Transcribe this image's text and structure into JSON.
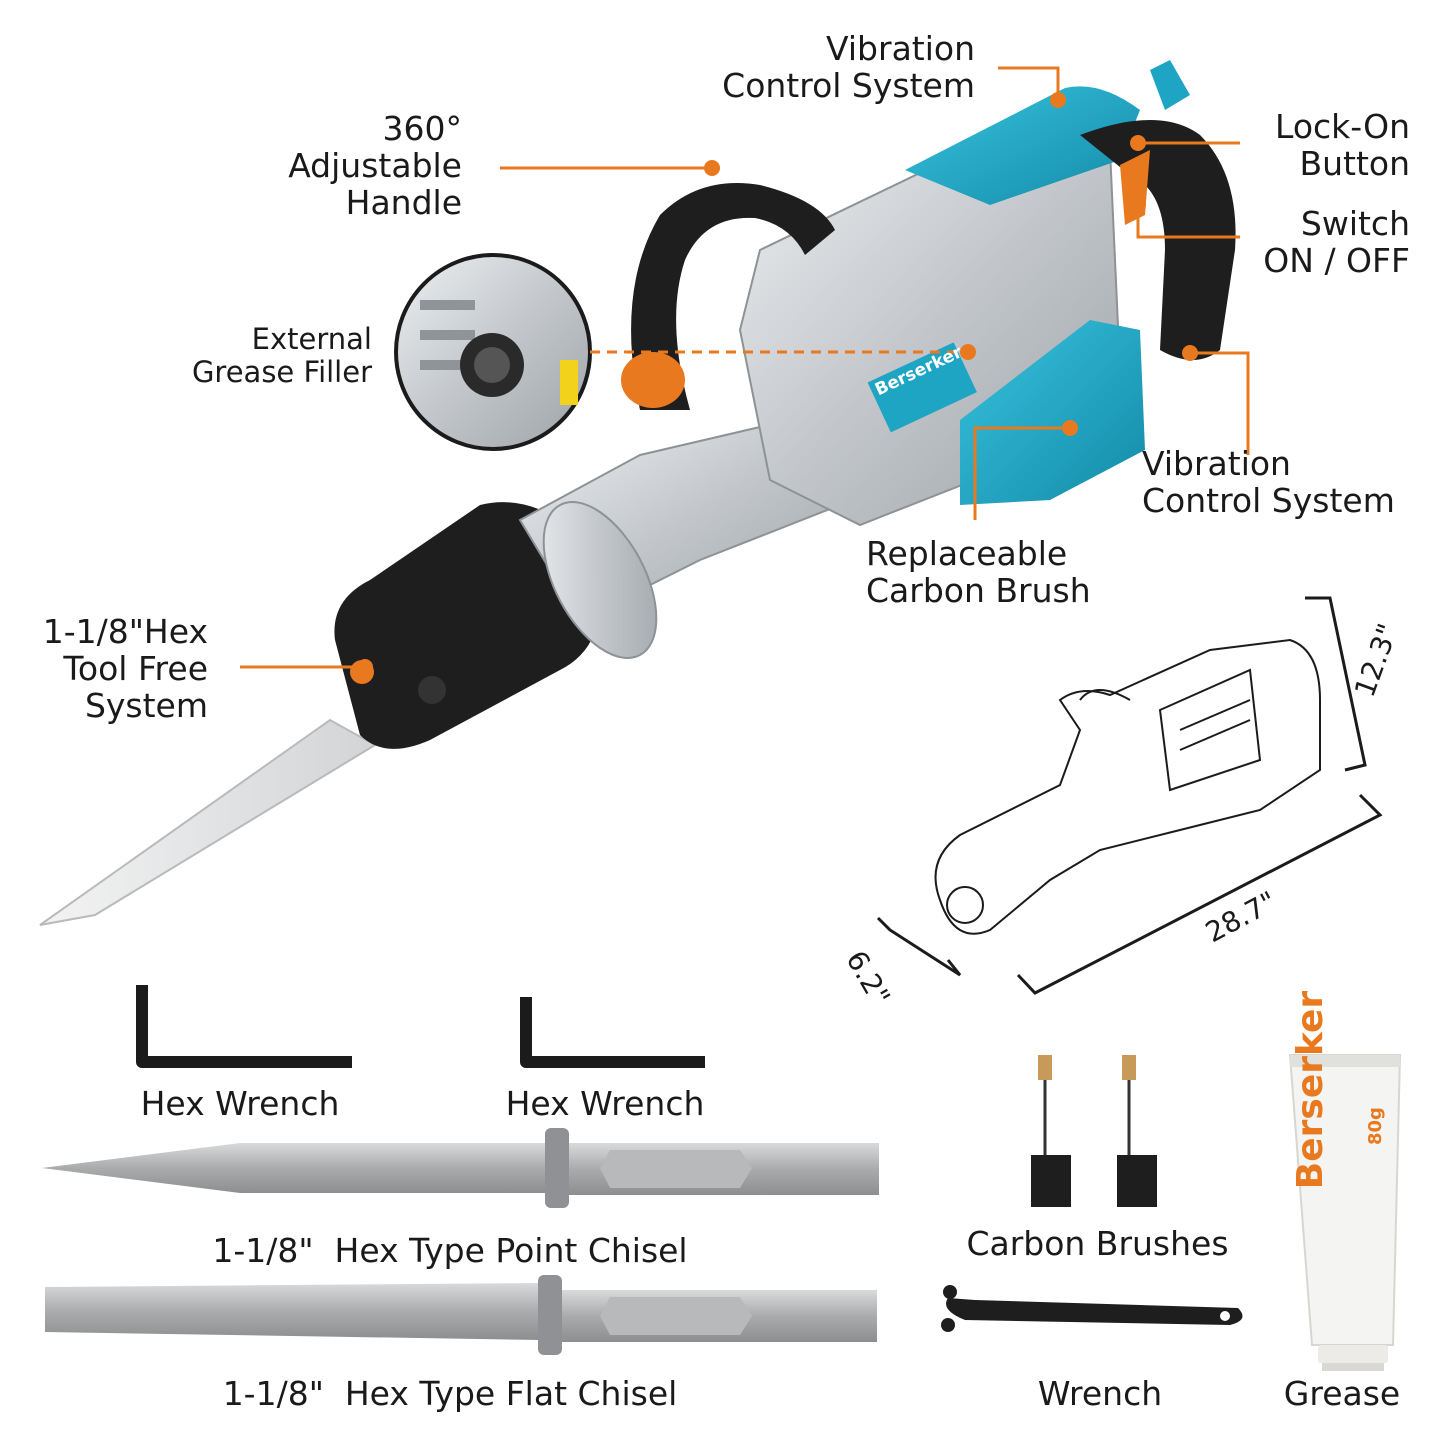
{
  "colors": {
    "accent": "#e8791f",
    "body_teal": "#1fa5c4",
    "body_silver": "#c9cdd1",
    "dark": "#1b1b1b"
  },
  "callouts": {
    "vibration_top": "Vibration\nControl System",
    "handle": "360°\nAdjustable\nHandle",
    "lock_on": "Lock-On\nButton",
    "switch": "Switch\nON / OFF",
    "grease_filler": "External\nGrease Filler",
    "vibration_bottom": "Vibration\nControl System",
    "carbon_brush": "Replaceable\nCarbon Brush",
    "hex_system": "1-1/8\"Hex\nTool Free\nSystem"
  },
  "brand": "Berserker",
  "dimensions": {
    "height": "12.3\"",
    "length": "28.7\"",
    "width": "6.2\""
  },
  "accessories": {
    "hex_wrench_1": "Hex Wrench",
    "hex_wrench_2": "Hex Wrench",
    "point_chisel": "1-1/8\"  Hex Type Point Chisel",
    "flat_chisel": "1-1/8\"  Hex Type Flat Chisel",
    "carbon_brushes": "Carbon Brushes",
    "wrench": "Wrench",
    "grease": "Grease",
    "grease_weight": "80g"
  }
}
